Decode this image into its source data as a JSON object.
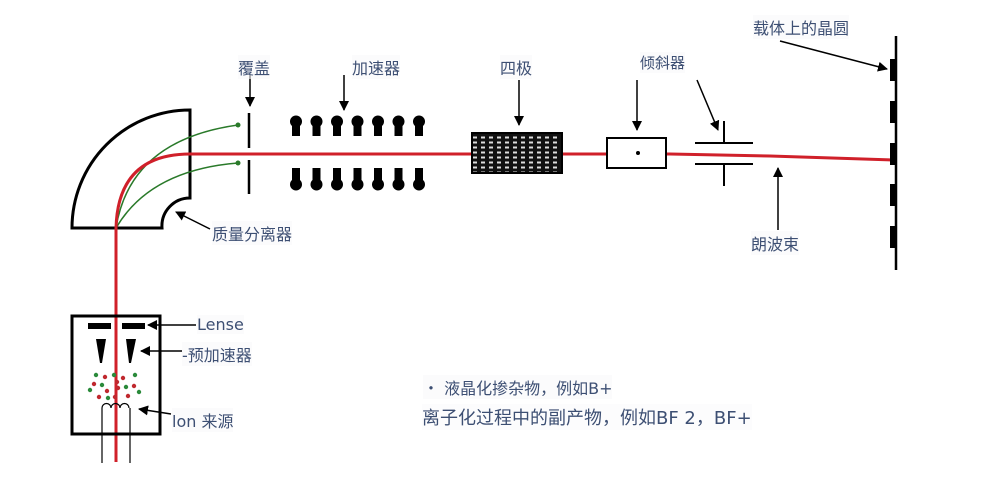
{
  "labels": {
    "cover": "覆盖",
    "accelerator": "加速器",
    "quadrupole": "四极",
    "tilter": "倾斜器",
    "wafer_on_carrier": "载体上的晶圆",
    "mass_separator": "质量分离器",
    "beam": "朗波束",
    "lens": "Lense",
    "pre_accelerator": "-预加速器",
    "ion_source": "lon 来源"
  },
  "notes": {
    "line1": "・ 液晶化掺杂物，例如B+",
    "line2": "离子化过程中的副产物，例如BF 2，BF+"
  },
  "colors": {
    "beam": "#d0202a",
    "side_beam": "#2a7a2a",
    "label_text": "#3d4f73",
    "dopant_red": "#c0282e",
    "dopant_green": "#2a8a3a"
  }
}
